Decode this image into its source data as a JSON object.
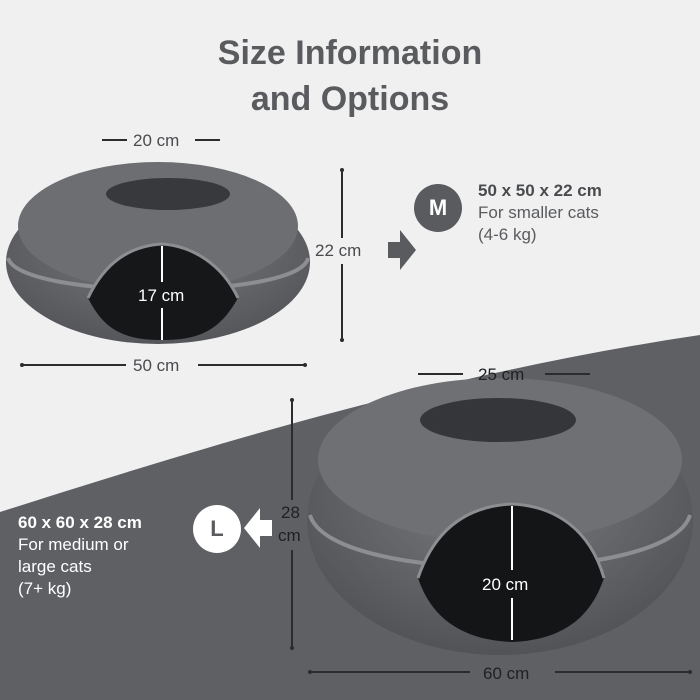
{
  "title": {
    "line1": "Size Information",
    "line2": "and Options"
  },
  "medium": {
    "hole_width": "20 cm",
    "height": "22 cm",
    "opening_height": "17 cm",
    "outer_width": "50 cm",
    "badge": "M",
    "dimensions": "50 x 50 x 22 cm",
    "description_line1": "For smaller cats",
    "description_line2": "(4-6 kg)"
  },
  "large": {
    "hole_width": "25 cm",
    "height_value": "28",
    "height_unit": "cm",
    "opening_height": "20 cm",
    "outer_width": "60 cm",
    "badge": "L",
    "dimensions": "60 x 60 x 28 cm",
    "description_line1": "For medium or",
    "description_line2": "large cats",
    "description_line3": "(7+ kg)"
  },
  "colors": {
    "background_light": "#f0f0f1",
    "background_dark": "#5f6064",
    "text_gray": "#5a5b5e",
    "felt_gray": "#6b6c6f",
    "zipper": "#8d8e91"
  },
  "icons": {
    "arrow_medium": "arrow-right-icon",
    "arrow_large": "arrow-left-icon"
  }
}
